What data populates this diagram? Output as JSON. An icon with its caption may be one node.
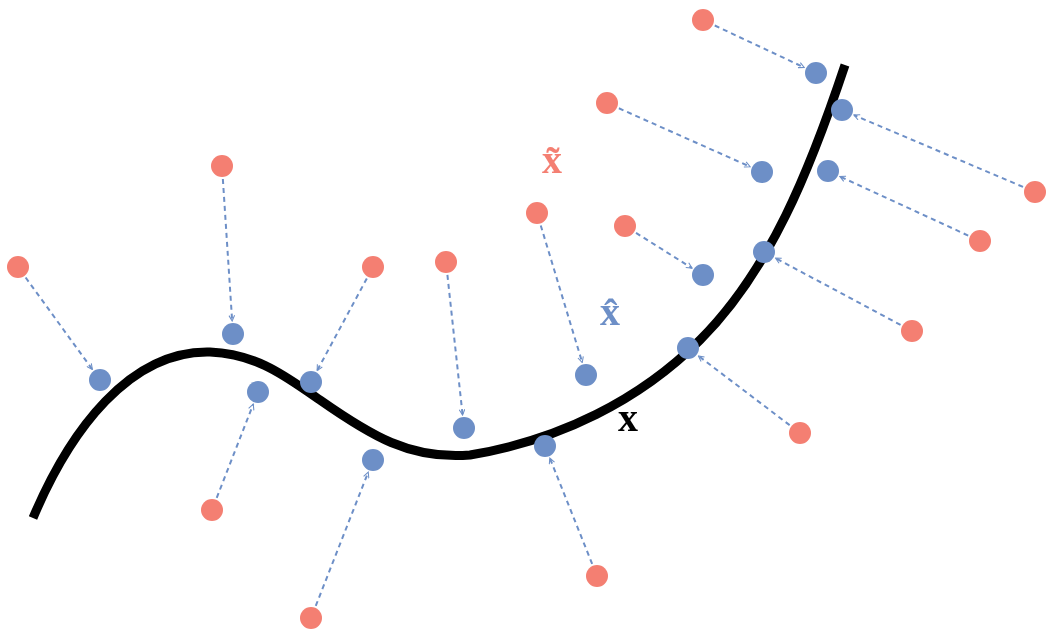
{
  "diagram": {
    "nodes": [
      {
        "text": [],
        "shape": "circle"
      },
      {
        "text": [],
        "shape": "circle"
      },
      {
        "text": [],
        "shape": "circle"
      },
      {
        "text": [],
        "shape": "circle"
      },
      {
        "text": [],
        "shape": "circle"
      },
      {
        "text": [],
        "shape": "circle"
      },
      {
        "text": [],
        "shape": "circle"
      },
      {
        "text": [],
        "shape": "circle"
      },
      {
        "text": [],
        "shape": "circle"
      },
      {
        "text": [],
        "shape": "circle"
      },
      {
        "text": [],
        "shape": "circle"
      },
      {
        "text": [],
        "shape": "circle"
      },
      {
        "text": [],
        "shape": "circle"
      },
      {
        "text": [],
        "shape": "circle"
      },
      {
        "text": [],
        "shape": "circle"
      },
      {
        "text": [],
        "shape": "circle"
      },
      {
        "text": [],
        "shape": "circle"
      },
      {
        "text": [],
        "shape": "circle"
      },
      {
        "text": [],
        "shape": "circle"
      },
      {
        "text": [],
        "shape": "circle"
      },
      {
        "text": [],
        "shape": "circle"
      },
      {
        "text": [],
        "shape": "circle"
      },
      {
        "text": [],
        "shape": "circle"
      },
      {
        "text": [],
        "shape": "circle"
      },
      {
        "text": [],
        "shape": "circle"
      },
      {
        "text": [],
        "shape": "circle"
      },
      {
        "text": [],
        "shape": "circle"
      },
      {
        "text": [],
        "shape": "circle"
      },
      {
        "text": [],
        "shape": "circle"
      },
      {
        "text": [],
        "shape": "circle"
      }
    ],
    "edges": [
      {
        "from": 0,
        "to": 1,
        "arrow": "to",
        "style": "dashed"
      },
      {
        "from": 3,
        "to": 4,
        "arrow": "to",
        "style": "dashed"
      },
      {
        "from": 8,
        "to": 6,
        "arrow": "to",
        "style": "dashed"
      },
      {
        "from": 2,
        "to": 5,
        "arrow": "to",
        "style": "dashed"
      },
      {
        "from": 10,
        "to": 11,
        "arrow": "to",
        "style": "dashed"
      },
      {
        "from": 7,
        "to": 9,
        "arrow": "to",
        "style": "dashed"
      },
      {
        "from": 12,
        "to": 14,
        "arrow": "to",
        "style": "dashed"
      },
      {
        "from": 15,
        "to": 13,
        "arrow": "to",
        "style": "dashed"
      },
      {
        "from": 19,
        "to": 24,
        "arrow": "to",
        "style": "dashed"
      },
      {
        "from": 16,
        "to": 21,
        "arrow": "to",
        "style": "dashed"
      },
      {
        "from": 29,
        "to": 26,
        "arrow": "to",
        "style": "dashed"
      },
      {
        "from": 28,
        "to": 25,
        "arrow": "to",
        "style": "dashed"
      },
      {
        "from": 17,
        "to": 20,
        "arrow": "to",
        "style": "dashed"
      },
      {
        "from": 27,
        "to": 22,
        "arrow": "to",
        "style": "dashed"
      },
      {
        "from": 23,
        "to": 18,
        "arrow": "to",
        "style": "dashed"
      }
    ],
    "labels": [
      "x̃",
      "x̂",
      "x"
    ]
  }
}
